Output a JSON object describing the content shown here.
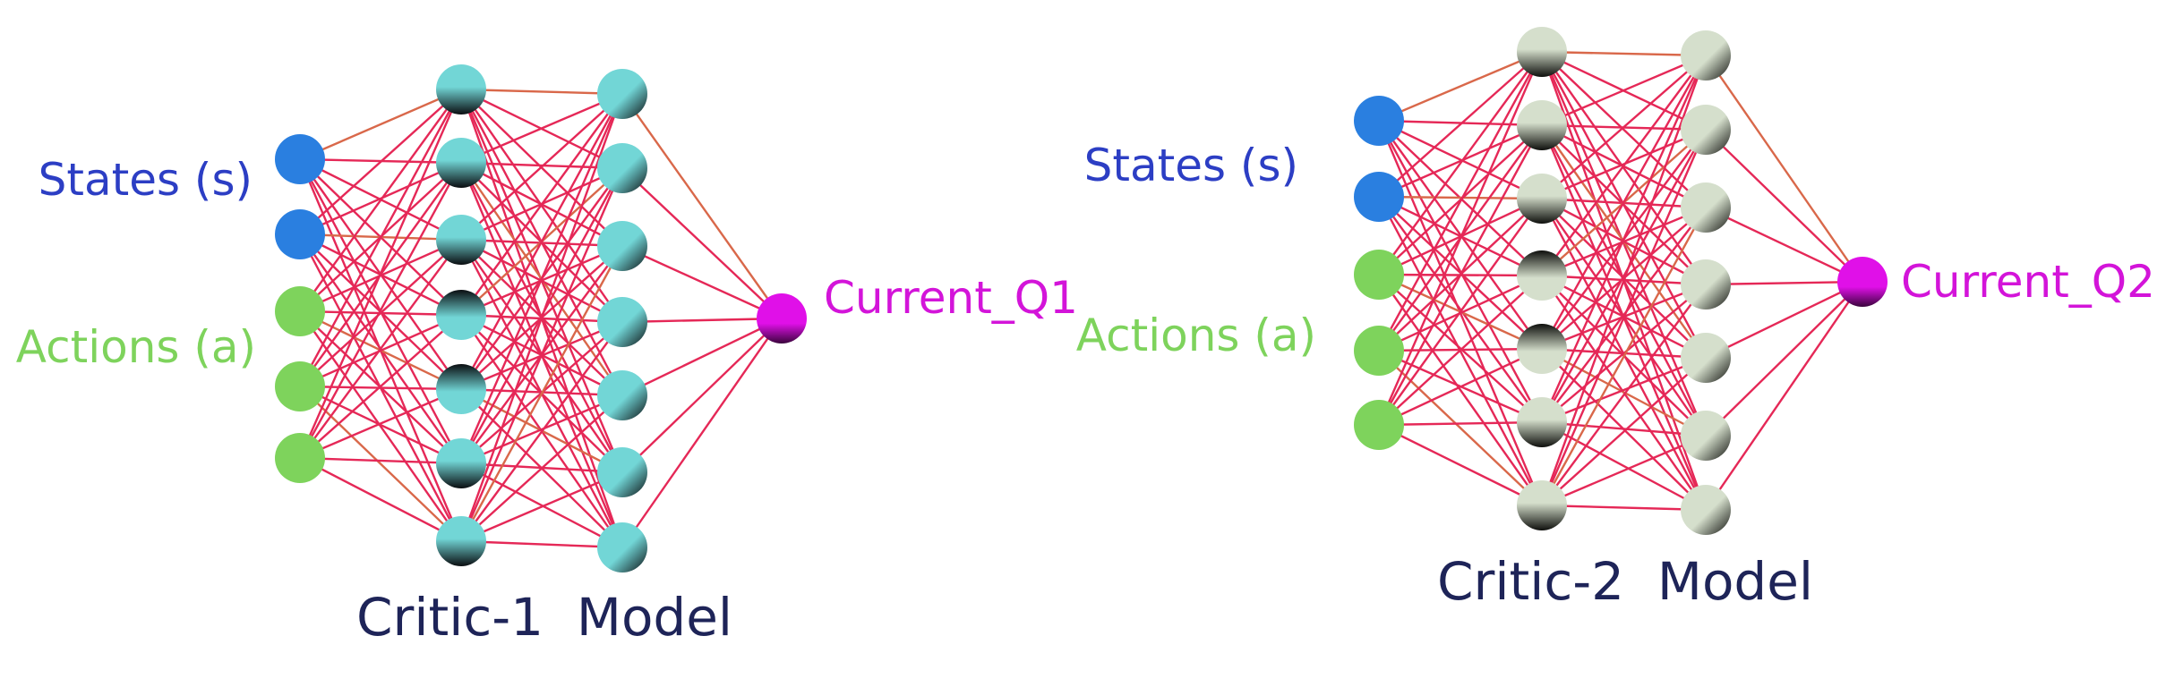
{
  "colors": {
    "state_node": "#2a7fe0",
    "action_node": "#7ed35c",
    "output_node": "#e010e8",
    "edge": "#e52857",
    "edge_light": "#d9684a",
    "critic1_hidden": "#72d6d6",
    "critic2_hidden": "#d5dfcc",
    "states_label": "#2c3ec4",
    "actions_label": "#7ed35c",
    "output_label": "#d314d9",
    "title_label": "#1e2458"
  },
  "networks": [
    {
      "id": "critic1",
      "title": "Critic-1  Model",
      "states_label": "States (s)",
      "actions_label": "Actions (a)",
      "output_label": "Current_Q1",
      "state_inputs": 2,
      "action_inputs": 3,
      "hidden1_units": 7,
      "hidden2_units": 7,
      "outputs": 1
    },
    {
      "id": "critic2",
      "title": "Critic-2  Model",
      "states_label": "States (s)",
      "actions_label": "Actions (a)",
      "output_label": "Current_Q2",
      "state_inputs": 2,
      "action_inputs": 3,
      "hidden1_units": 7,
      "hidden2_units": 7,
      "outputs": 1
    }
  ]
}
